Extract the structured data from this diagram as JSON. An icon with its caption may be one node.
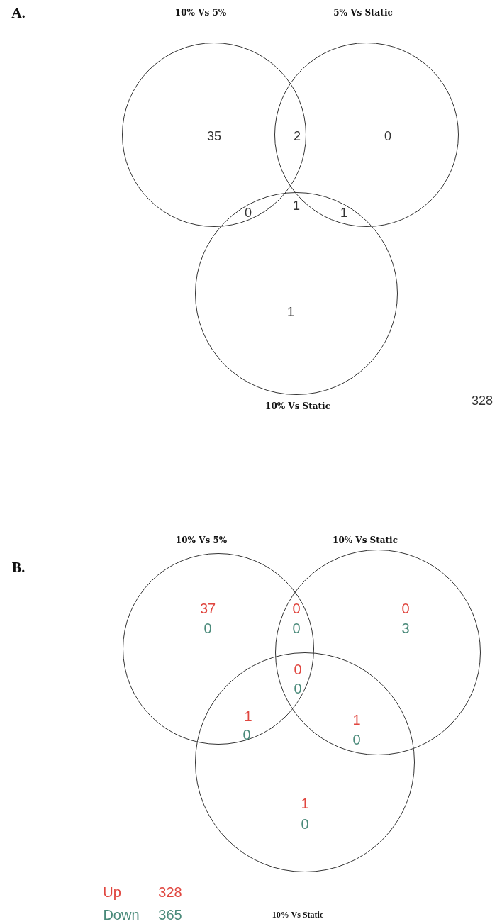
{
  "diagram": {
    "nodes": [
      {
        "text": [],
        "shape": "circle",
        "beside": [
          "10% Vs 5%"
        ]
      },
      {
        "text": [],
        "shape": "circle",
        "beside": [
          "5% Vs Static"
        ]
      },
      {
        "text": [],
        "shape": "circle",
        "beside": [
          "10% Vs Static"
        ]
      },
      {
        "text": [],
        "shape": "circle",
        "beside": [
          "10% Vs 5%"
        ]
      },
      {
        "text": [],
        "shape": "circle",
        "beside": [
          "10% Vs Static"
        ]
      },
      {
        "text": [],
        "shape": "circle"
      }
    ],
    "edges": [],
    "labels": [
      "A.",
      "35",
      "2",
      "0",
      "1",
      "0",
      "1",
      "1",
      "328",
      "B.",
      "37",
      "0",
      "0",
      "0",
      "0",
      "3",
      "0",
      "0",
      "1",
      "0",
      "1",
      "0",
      "1",
      "0",
      "Up",
      "328",
      "Down",
      "365",
      "10% Vs Static"
    ]
  }
}
